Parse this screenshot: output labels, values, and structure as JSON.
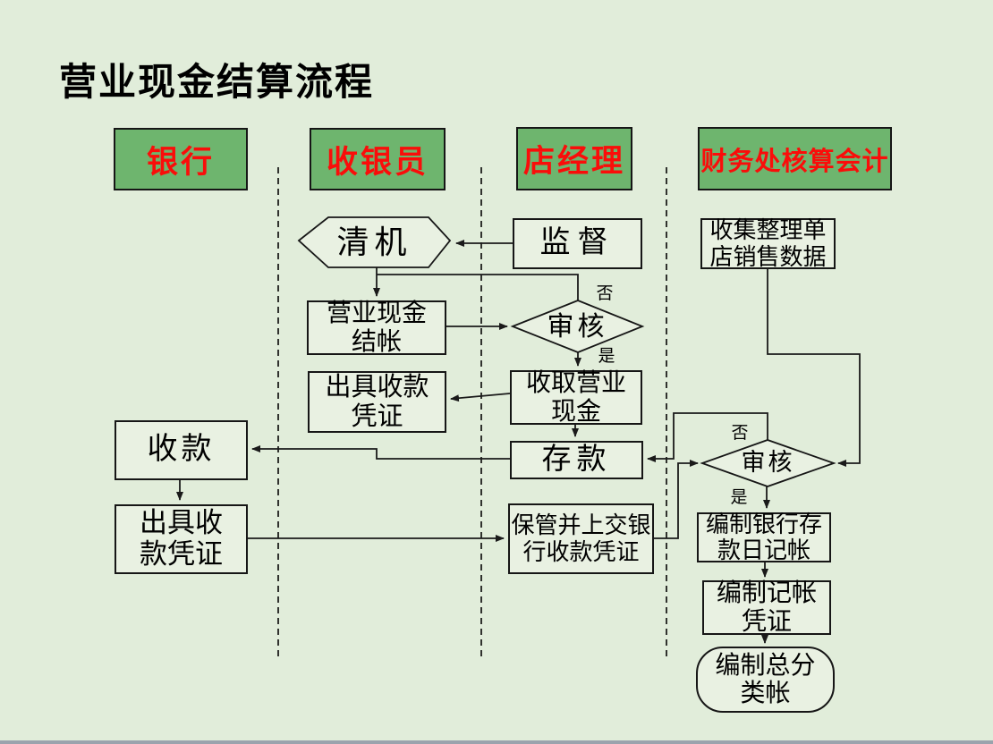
{
  "title": "营业现金结算流程",
  "lanes": [
    {
      "label": "银行"
    },
    {
      "label": "收银员"
    },
    {
      "label": "店经理"
    },
    {
      "label": "财务处核算会计"
    }
  ],
  "nodes": {
    "qingji": {
      "label": "清机",
      "shape": "hexagon"
    },
    "jiandu": {
      "label": "监督",
      "shape": "rect"
    },
    "yingye_xianjin_jiezhang": {
      "label": "营业现金\n结帐",
      "shape": "rect"
    },
    "shenhe_store": {
      "label": "审核",
      "shape": "diamond"
    },
    "chuju_shoukuan_pingzheng_cashier": {
      "label": "出具收款\n凭证",
      "shape": "rect"
    },
    "shouqu_yingye_xianjin": {
      "label": "收取营业\n现金",
      "shape": "rect"
    },
    "cunkuan": {
      "label": "存款",
      "shape": "rect"
    },
    "shoukuan": {
      "label": "收款",
      "shape": "rect"
    },
    "chuju_shoukuan_pingzheng_bank": {
      "label": "出具收\n款凭证",
      "shape": "rect"
    },
    "baoguan_shangjiao": {
      "label": "保管并上交银\n行收款凭证",
      "shape": "rect"
    },
    "shouji_zhengli": {
      "label": "收集整理单\n店销售数据",
      "shape": "rect"
    },
    "shenhe_finance": {
      "label": "审核",
      "shape": "diamond"
    },
    "bianzhi_rijizhang": {
      "label": "编制银行存\n款日记帐",
      "shape": "rect"
    },
    "bianzhi_jizhang_pingzheng": {
      "label": "编制记帐\n凭证",
      "shape": "rect"
    },
    "bianzhi_zongfen_leizhang": {
      "label": "编制总分\n类帐",
      "shape": "rounded"
    }
  },
  "decision_labels": {
    "no": "否",
    "yes": "是"
  },
  "colors": {
    "background": "#e1edda",
    "header_fill": "#6eb56e",
    "header_text": "#fa0d0a",
    "node_fill": "#e9f1e2",
    "line": "#1a1a1a",
    "footer_bar": "#9ba3ad"
  }
}
